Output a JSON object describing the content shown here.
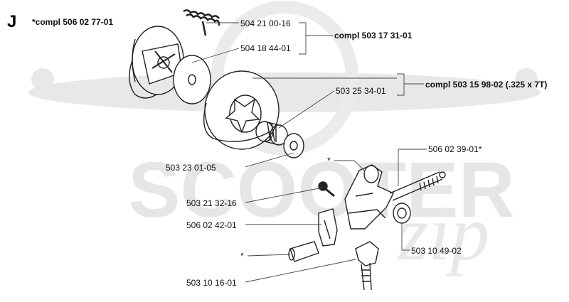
{
  "section_letter": "J",
  "assembly_code": "*compl 506 02 77-01",
  "part_numbers": {
    "p1": "504 21 00-16",
    "p2": "504 18 44-01",
    "p3": "503 25 34-01",
    "p4": "503 23 01-05",
    "p5": "506 02 39-01*",
    "p6": "503 21 32-16",
    "p7": "506 02 42-01",
    "p8": "503 10 49-02",
    "p9": "503 10 16-01",
    "star_a": "*",
    "star_b": "*"
  },
  "kits": {
    "k1": "compl 503 17 31-01",
    "k2": "compl 503 15 98-02 (.325 x 7T)"
  },
  "watermark": "SCOOTER zip",
  "colors": {
    "ink": "#111111",
    "leader": "#444444",
    "watermark": "#e6e6e6"
  }
}
